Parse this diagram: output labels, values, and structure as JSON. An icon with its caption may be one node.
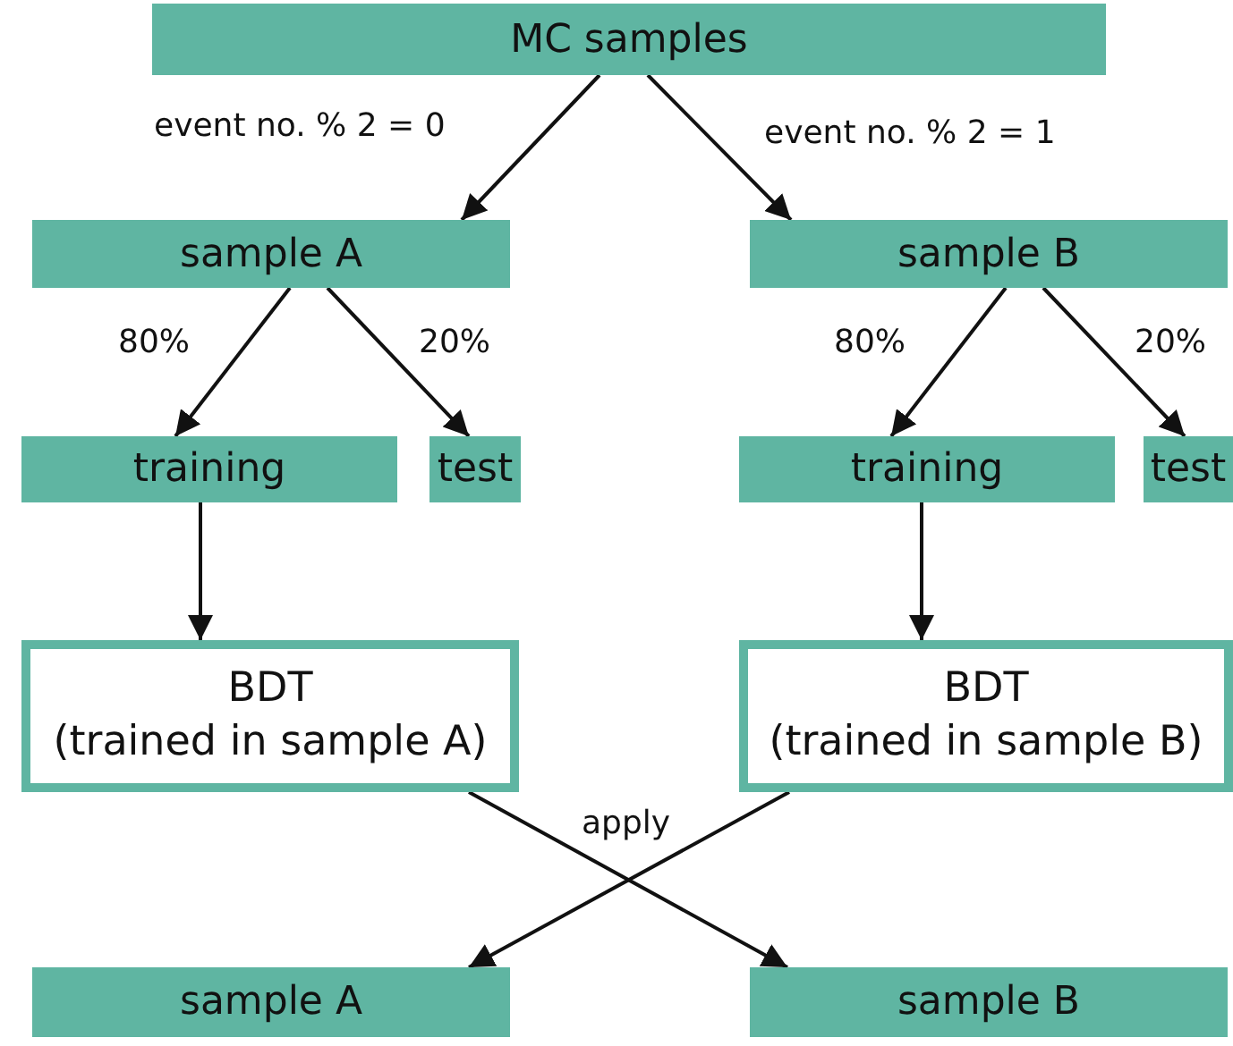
{
  "diagram": {
    "nodes": [
      {
        "text": [
          "MC samples"
        ]
      },
      {
        "text": [
          "sample A"
        ]
      },
      {
        "text": [
          "sample B"
        ]
      },
      {
        "text": [
          "training"
        ]
      },
      {
        "text": [
          "test"
        ]
      },
      {
        "text": [
          "training"
        ]
      },
      {
        "text": [
          "test"
        ]
      },
      {
        "text": [
          "BDT",
          "(trained in sample A)"
        ]
      },
      {
        "text": [
          "BDT",
          "(trained in sample B)"
        ]
      },
      {
        "text": [
          "sample A"
        ]
      },
      {
        "text": [
          "sample B"
        ]
      }
    ],
    "edges": [
      {
        "from": 0,
        "to": 1,
        "arrow": "to",
        "label": "event no. % 2 = 0"
      },
      {
        "from": 0,
        "to": 2,
        "arrow": "to",
        "label": "event no. % 2 = 1"
      },
      {
        "from": 1,
        "to": 3,
        "arrow": "to",
        "label": "80%"
      },
      {
        "from": 1,
        "to": 4,
        "arrow": "to",
        "label": "20%"
      },
      {
        "from": 2,
        "to": 5,
        "arrow": "to",
        "label": "80%"
      },
      {
        "from": 2,
        "to": 6,
        "arrow": "to",
        "label": "20%"
      },
      {
        "from": 3,
        "to": 7,
        "arrow": "to"
      },
      {
        "from": 5,
        "to": 8,
        "arrow": "to"
      },
      {
        "from": 7,
        "to": 10,
        "arrow": "to",
        "label": "apply"
      },
      {
        "from": 8,
        "to": 9,
        "arrow": "to"
      }
    ]
  }
}
